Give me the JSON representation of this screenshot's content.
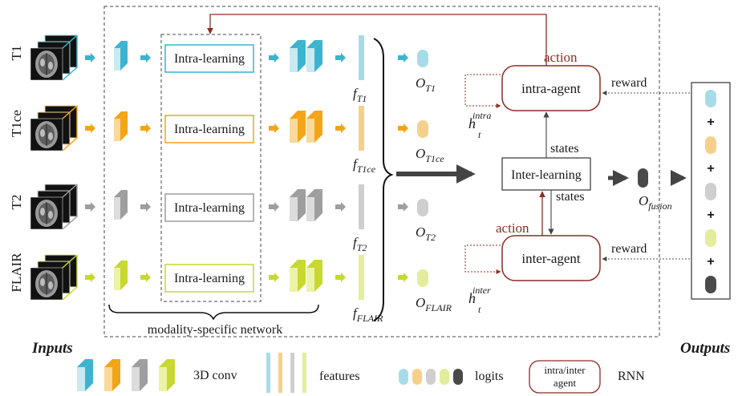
{
  "inputs": {
    "heading": "Inputs",
    "modalities": [
      {
        "label": "T1",
        "color": "#3cb4cf",
        "light": "#c9eaf3",
        "feature": "#a6dcea",
        "logit": "#a6dcea",
        "f_sub": "T1",
        "o_sub": "T1"
      },
      {
        "label": "T1ce",
        "color": "#f2a516",
        "light": "#fad99a",
        "feature": "#f6d08a",
        "logit": "#f6d08a",
        "f_sub": "T1ce",
        "o_sub": "T1ce"
      },
      {
        "label": "T2",
        "color": "#9e9e9e",
        "light": "#dcdcdc",
        "feature": "#cfcfcf",
        "logit": "#cfcfcf",
        "f_sub": "T2",
        "o_sub": "T2"
      },
      {
        "label": "FLAIR",
        "color": "#c8d830",
        "light": "#ecf3a6",
        "feature": "#e3ed9c",
        "logit": "#e3ed9c",
        "f_sub": "FLAIR",
        "o_sub": "FLAIR"
      }
    ]
  },
  "intra_learning_label": "Intra-learning",
  "modality_network_label": "modality-specific network",
  "f_symbol": "f",
  "o_symbol": "O",
  "intra_agent": {
    "label": "intra-agent",
    "action": "action",
    "reward": "reward",
    "h": "h",
    "h_sub": "t",
    "h_sup": "intra"
  },
  "inter_agent": {
    "label": "inter-agent",
    "action": "action",
    "reward": "reward",
    "h": "h",
    "h_sub": "t",
    "h_sup": "inter"
  },
  "inter_learning": {
    "label": "Inter-learning",
    "states_top": "states",
    "states_bottom": "states"
  },
  "fusion": {
    "symbol": "O",
    "sub": "fusion",
    "color": "#4a4a4a"
  },
  "outputs": {
    "heading": "Outputs",
    "plus": "+"
  },
  "legend": {
    "conv_label": "3D conv",
    "features_label": "features",
    "logits_label": "logits",
    "rnn_box_line1": "intra/inter",
    "rnn_box_line2": "agent",
    "rnn_label": "RNN"
  },
  "colors": {
    "accent_red": "#8c2e24",
    "dark": "#333333"
  }
}
